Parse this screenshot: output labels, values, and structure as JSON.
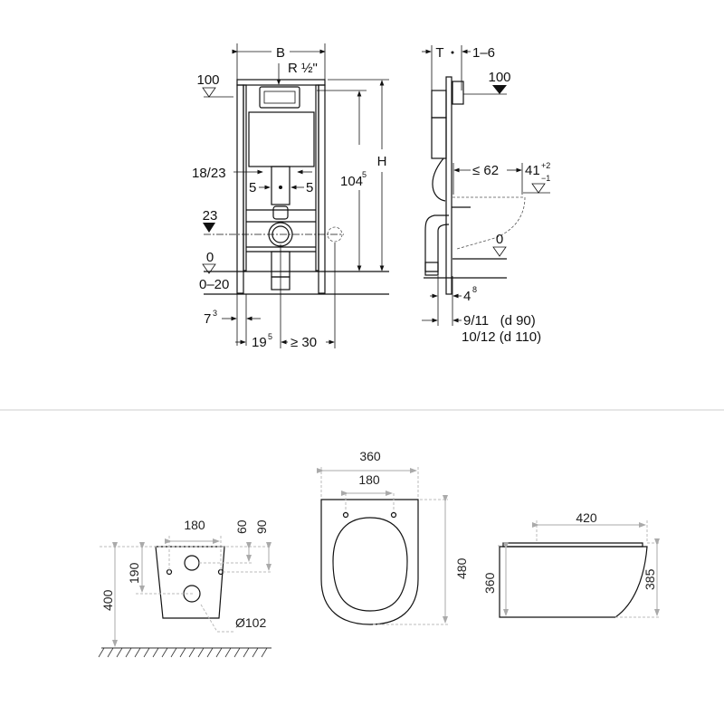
{
  "top_front": {
    "width": "B",
    "supply": "R ½\"",
    "lvl100": "100",
    "height": "H",
    "h104": "104",
    "h104_sup": "5",
    "d1823": "18/23",
    "d5a": "5",
    "d5b": "5",
    "lvl23": "23",
    "lvl0": "0",
    "range020": "0–20",
    "d73": "7",
    "d73_sup": "3",
    "d195": "19",
    "d195_sup": "5",
    "d30": "≥ 30"
  },
  "top_side": {
    "depth": "T",
    "d16": "1–6",
    "lvl100": "100",
    "d62": "≤ 62",
    "d41": "41",
    "d41_sup": "+2",
    "d41_sub": "−1",
    "lvl0": "0",
    "d48": "4",
    "d48_sup": "8",
    "d911": "9/11   (d 90)",
    "d1012": "10/12 (d 110)"
  },
  "bottom_back": {
    "d180": "180",
    "d60": "60",
    "d90": "90",
    "d190": "190",
    "d400": "400",
    "d102": "Ø102"
  },
  "bottom_top": {
    "d360": "360",
    "d180": "180",
    "d480": "480"
  },
  "bottom_side": {
    "d420": "420",
    "d360": "360",
    "d385": "385"
  }
}
